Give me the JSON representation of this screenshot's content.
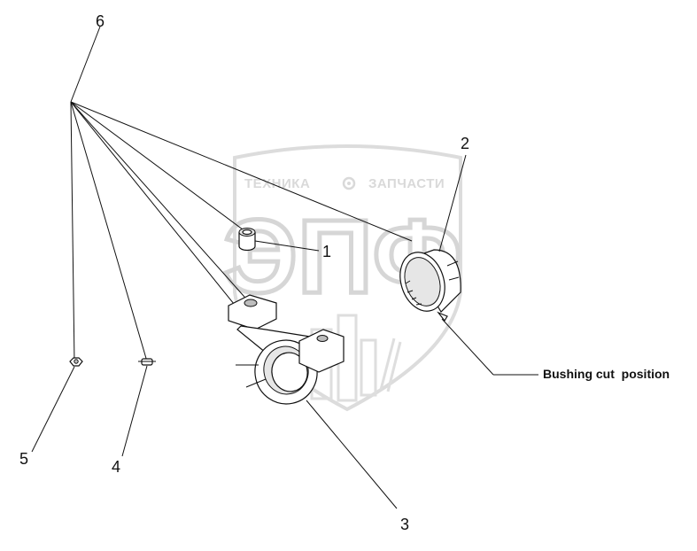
{
  "watermark": {
    "left_word": "ТЕХНИКА",
    "right_word": "ЗАПЧАСТИ",
    "logo_letters": "ЭПФ",
    "color": "#d6d6d6"
  },
  "callouts": [
    {
      "id": "1",
      "label": "1"
    },
    {
      "id": "2",
      "label": "2"
    },
    {
      "id": "3",
      "label": "3"
    },
    {
      "id": "4",
      "label": "4"
    },
    {
      "id": "5",
      "label": "5"
    },
    {
      "id": "6",
      "label": "6"
    }
  ],
  "note": {
    "label": "Bushing cut  position"
  },
  "colors": {
    "line": "#111111",
    "background": "#ffffff"
  }
}
